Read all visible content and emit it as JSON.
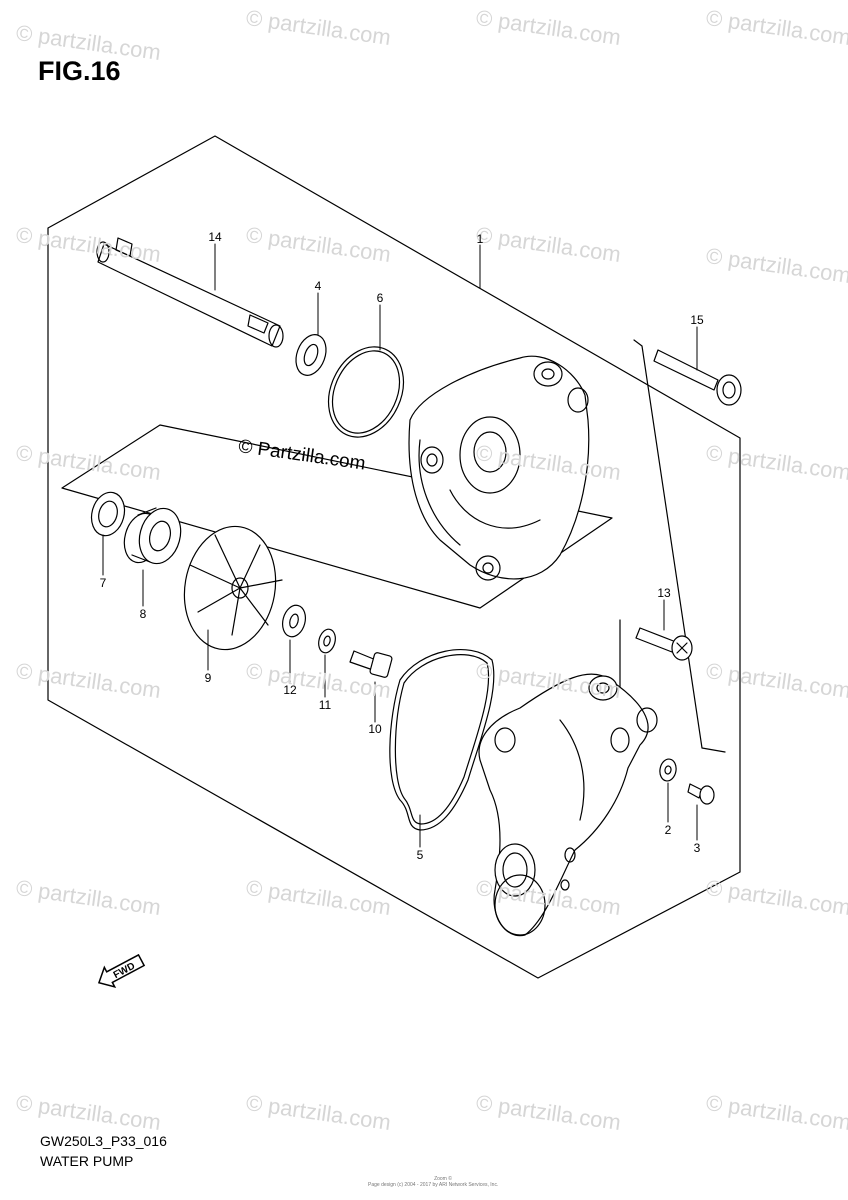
{
  "figure": {
    "title": "FIG.16"
  },
  "watermarks": {
    "text": "© partzilla.com",
    "center_text": "© Partzilla.com"
  },
  "callouts": [
    "1",
    "2",
    "3",
    "4",
    "5",
    "6",
    "7",
    "8",
    "9",
    "10",
    "11",
    "12",
    "13",
    "14",
    "15"
  ],
  "fwd_label": "FWD",
  "footer": {
    "code": "GW250L3_P33_016",
    "caption": "WATER PUMP",
    "credit_1": "Zoom  ©",
    "credit_2": "Page design (c) 2004 - 2017 by ARI Network Services, Inc."
  },
  "colors": {
    "line": "#000000",
    "watermark": "#d6d6d6",
    "background": "#ffffff"
  }
}
